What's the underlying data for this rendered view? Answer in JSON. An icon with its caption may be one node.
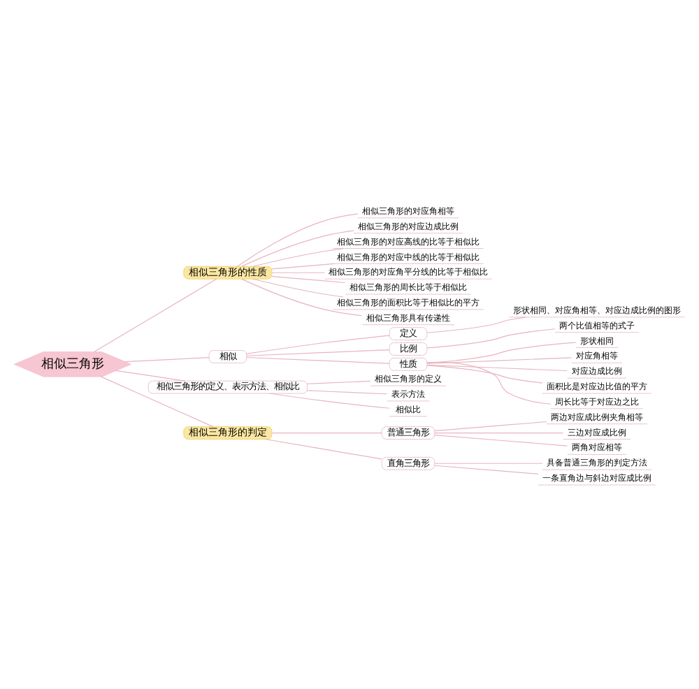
{
  "diagram": {
    "nodes": [
      {
        "text": [
          "相似三角形"
        ]
      },
      {
        "text": [
          "相似三角形的性质"
        ]
      },
      {
        "text": [
          "相似三角形的对应角相等"
        ]
      },
      {
        "text": [
          "相似三角形的对应边成比例"
        ]
      },
      {
        "text": [
          "相似三角形的对应高线的比等于相似比"
        ]
      },
      {
        "text": [
          "相似三角形的对应中线的比等于相似比"
        ]
      },
      {
        "text": [
          "相似三角形的对应角平分线的比等于相似比"
        ]
      },
      {
        "text": [
          "相似三角形的周长比等于相似比"
        ]
      },
      {
        "text": [
          "相似三角形的面积比等于相似比的平方"
        ]
      },
      {
        "text": [
          "相似三角形具有传递性"
        ]
      },
      {
        "text": [
          "相似"
        ]
      },
      {
        "text": [
          "定义"
        ]
      },
      {
        "text": [
          "形状相同、对应角相等、对应边成比例的图形"
        ]
      },
      {
        "text": [
          "比例"
        ]
      },
      {
        "text": [
          "两个比值相等的式子"
        ]
      },
      {
        "text": [
          "性质"
        ]
      },
      {
        "text": [
          "形状相同"
        ]
      },
      {
        "text": [
          "对应角相等"
        ]
      },
      {
        "text": [
          "对应边成比例"
        ]
      },
      {
        "text": [
          "面积比是对应边比值的平方"
        ]
      },
      {
        "text": [
          "周长比等于对应边之比"
        ]
      },
      {
        "text": [
          "相似三角形的定义、表示方法、相似比"
        ]
      },
      {
        "text": [
          "相似三角形的定义"
        ]
      },
      {
        "text": [
          "表示方法"
        ]
      },
      {
        "text": [
          "相似比"
        ]
      },
      {
        "text": [
          "相似三角形的判定"
        ]
      },
      {
        "text": [
          "普通三角形"
        ]
      },
      {
        "text": [
          "两边对应成比例夹角相等"
        ]
      },
      {
        "text": [
          "三边对应成比例"
        ]
      },
      {
        "text": [
          "两角对应相等"
        ]
      },
      {
        "text": [
          "直角三角形"
        ]
      },
      {
        "text": [
          "具备普通三角形的判定方法"
        ]
      },
      {
        "text": [
          "一条直角边与斜边对应成比例"
        ]
      }
    ],
    "edges": [
      {
        "from": 0,
        "to": 1,
        "arrow": "none"
      },
      {
        "from": 1,
        "to": 2,
        "arrow": "none"
      },
      {
        "from": 1,
        "to": 3,
        "arrow": "none"
      },
      {
        "from": 1,
        "to": 4,
        "arrow": "none"
      },
      {
        "from": 1,
        "to": 5,
        "arrow": "none"
      },
      {
        "from": 1,
        "to": 6,
        "arrow": "none"
      },
      {
        "from": 1,
        "to": 7,
        "arrow": "none"
      },
      {
        "from": 1,
        "to": 8,
        "arrow": "none"
      },
      {
        "from": 1,
        "to": 9,
        "arrow": "none"
      },
      {
        "from": 0,
        "to": 10,
        "arrow": "none"
      },
      {
        "from": 10,
        "to": 11,
        "arrow": "none"
      },
      {
        "from": 11,
        "to": 12,
        "arrow": "none"
      },
      {
        "from": 10,
        "to": 13,
        "arrow": "none"
      },
      {
        "from": 13,
        "to": 14,
        "arrow": "none"
      },
      {
        "from": 10,
        "to": 15,
        "arrow": "none"
      },
      {
        "from": 15,
        "to": 16,
        "arrow": "none"
      },
      {
        "from": 15,
        "to": 17,
        "arrow": "none"
      },
      {
        "from": 15,
        "to": 18,
        "arrow": "none"
      },
      {
        "from": 15,
        "to": 19,
        "arrow": "none"
      },
      {
        "from": 15,
        "to": 20,
        "arrow": "none"
      },
      {
        "from": 0,
        "to": 21,
        "arrow": "none"
      },
      {
        "from": 21,
        "to": 22,
        "arrow": "none"
      },
      {
        "from": 21,
        "to": 23,
        "arrow": "none"
      },
      {
        "from": 21,
        "to": 24,
        "arrow": "none"
      },
      {
        "from": 0,
        "to": 25,
        "arrow": "none"
      },
      {
        "from": 25,
        "to": 26,
        "arrow": "none"
      },
      {
        "from": 26,
        "to": 27,
        "arrow": "none"
      },
      {
        "from": 26,
        "to": 28,
        "arrow": "none"
      },
      {
        "from": 26,
        "to": 29,
        "arrow": "none"
      },
      {
        "from": 25,
        "to": 30,
        "arrow": "none"
      },
      {
        "from": 30,
        "to": 31,
        "arrow": "none"
      },
      {
        "from": 30,
        "to": 32,
        "arrow": "none"
      }
    ]
  }
}
